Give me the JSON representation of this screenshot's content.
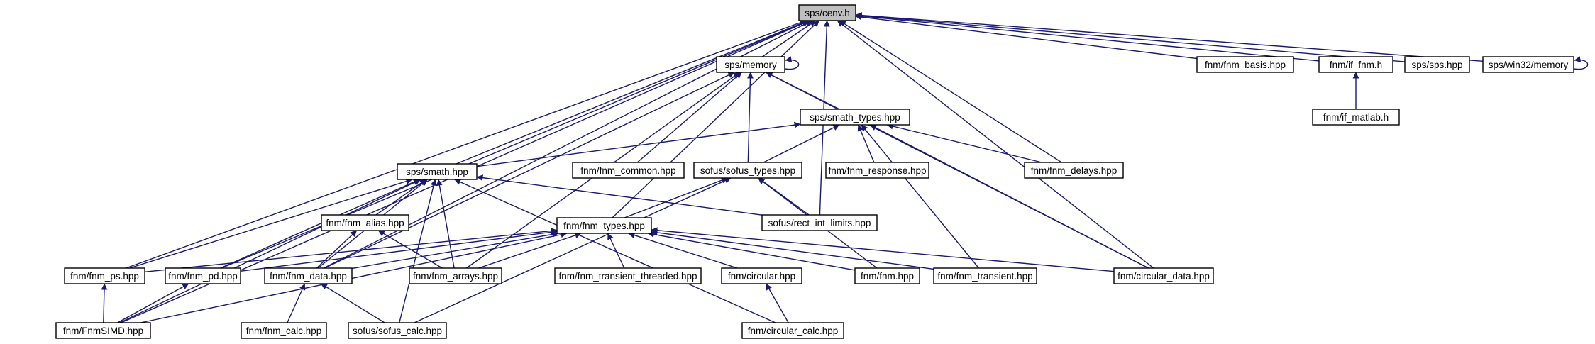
{
  "diagram": {
    "root": "sps/cenv.h",
    "colors": {
      "edge": "#191970",
      "root_fill": "#bfbfbf",
      "node_fill": "#ffffff",
      "border": "#000000"
    },
    "nodes": [
      {
        "id": "cenv",
        "label": "sps/cenv.h"
      },
      {
        "id": "memory",
        "label": "sps/memory"
      },
      {
        "id": "fnm_basis",
        "label": "fnm/fnm_basis.hpp"
      },
      {
        "id": "if_fnm",
        "label": "fnm/if_fnm.h"
      },
      {
        "id": "sps_hpp",
        "label": "sps/sps.hpp"
      },
      {
        "id": "win32_memory",
        "label": "sps/win32/memory"
      },
      {
        "id": "if_matlab",
        "label": "fnm/if_matlab.h"
      },
      {
        "id": "smath_types",
        "label": "sps/smath_types.hpp"
      },
      {
        "id": "smath",
        "label": "sps/smath.hpp"
      },
      {
        "id": "fnm_common",
        "label": "fnm/fnm_common.hpp"
      },
      {
        "id": "sofus_types",
        "label": "sofus/sofus_types.hpp"
      },
      {
        "id": "fnm_response",
        "label": "fnm/fnm_response.hpp"
      },
      {
        "id": "fnm_delays",
        "label": "fnm/fnm_delays.hpp"
      },
      {
        "id": "fnm_alias",
        "label": "fnm/fnm_alias.hpp"
      },
      {
        "id": "fnm_types",
        "label": "fnm/fnm_types.hpp"
      },
      {
        "id": "rect_int_limits",
        "label": "sofus/rect_int_limits.hpp"
      },
      {
        "id": "fnm_ps",
        "label": "fnm/fnm_ps.hpp"
      },
      {
        "id": "fnm_pd",
        "label": "fnm/fnm_pd.hpp"
      },
      {
        "id": "fnm_data",
        "label": "fnm/fnm_data.hpp"
      },
      {
        "id": "fnm_arrays",
        "label": "fnm/fnm_arrays.hpp"
      },
      {
        "id": "fnm_transient_threaded",
        "label": "fnm/fnm_transient_threaded.hpp"
      },
      {
        "id": "circular",
        "label": "fnm/circular.hpp"
      },
      {
        "id": "fnm_hpp",
        "label": "fnm/fnm.hpp"
      },
      {
        "id": "fnm_transient",
        "label": "fnm/fnm_transient.hpp"
      },
      {
        "id": "circular_data",
        "label": "fnm/circular_data.hpp"
      },
      {
        "id": "fnmsimd",
        "label": "fnm/FnmSIMD.hpp"
      },
      {
        "id": "fnm_calc",
        "label": "fnm/fnm_calc.hpp"
      },
      {
        "id": "sofus_calc",
        "label": "sofus/sofus_calc.hpp"
      },
      {
        "id": "circular_calc",
        "label": "fnm/circular_calc.hpp"
      }
    ],
    "edges": [
      [
        "memory",
        "cenv"
      ],
      [
        "fnm_basis",
        "cenv"
      ],
      [
        "if_fnm",
        "cenv"
      ],
      [
        "sps_hpp",
        "cenv"
      ],
      [
        "win32_memory",
        "cenv"
      ],
      [
        "smath",
        "cenv"
      ],
      [
        "fnm_types",
        "cenv"
      ],
      [
        "fnm_delays",
        "cenv"
      ],
      [
        "rect_int_limits",
        "cenv"
      ],
      [
        "circular_data",
        "cenv"
      ],
      [
        "fnm_ps",
        "cenv"
      ],
      [
        "fnm_pd",
        "cenv"
      ],
      [
        "fnm_data",
        "cenv"
      ],
      [
        "fnmsimd",
        "cenv"
      ],
      [
        "memory",
        "memory"
      ],
      [
        "win32_memory",
        "win32_memory"
      ],
      [
        "if_matlab",
        "if_fnm"
      ],
      [
        "smath_types",
        "memory"
      ],
      [
        "fnm_common",
        "memory"
      ],
      [
        "sofus_types",
        "memory"
      ],
      [
        "fnm_data",
        "memory"
      ],
      [
        "fnm_arrays",
        "memory"
      ],
      [
        "circular_data",
        "memory"
      ],
      [
        "smath",
        "smath_types"
      ],
      [
        "sofus_types",
        "smath_types"
      ],
      [
        "fnm_response",
        "smath_types"
      ],
      [
        "fnm_delays",
        "smath_types"
      ],
      [
        "fnm_transient",
        "smath_types"
      ],
      [
        "circular_data",
        "smath_types"
      ],
      [
        "fnm_alias",
        "smath"
      ],
      [
        "rect_int_limits",
        "smath"
      ],
      [
        "fnm_ps",
        "smath"
      ],
      [
        "fnm_pd",
        "smath"
      ],
      [
        "fnm_data",
        "smath"
      ],
      [
        "fnm_arrays",
        "smath"
      ],
      [
        "fnmsimd",
        "smath"
      ],
      [
        "sofus_calc",
        "smath"
      ],
      [
        "circular_calc",
        "smath"
      ],
      [
        "fnm_types",
        "sofus_types"
      ],
      [
        "rect_int_limits",
        "sofus_types"
      ],
      [
        "fnm_hpp",
        "sofus_types"
      ],
      [
        "sofus_calc",
        "sofus_types"
      ],
      [
        "fnm_data",
        "fnm_alias"
      ],
      [
        "fnm_arrays",
        "fnm_alias"
      ],
      [
        "fnm_ps",
        "fnm_types"
      ],
      [
        "fnm_pd",
        "fnm_types"
      ],
      [
        "fnm_data",
        "fnm_types"
      ],
      [
        "fnm_arrays",
        "fnm_types"
      ],
      [
        "fnm_transient_threaded",
        "fnm_types"
      ],
      [
        "circular",
        "fnm_types"
      ],
      [
        "fnm_hpp",
        "fnm_types"
      ],
      [
        "fnm_transient",
        "fnm_types"
      ],
      [
        "circular_data",
        "fnm_types"
      ],
      [
        "fnmsimd",
        "fnm_types"
      ],
      [
        "fnmsimd",
        "fnm_ps"
      ],
      [
        "fnmsimd",
        "fnm_pd"
      ],
      [
        "fnm_calc",
        "fnm_data"
      ],
      [
        "sofus_calc",
        "fnm_data"
      ],
      [
        "circular_calc",
        "circular"
      ]
    ]
  }
}
